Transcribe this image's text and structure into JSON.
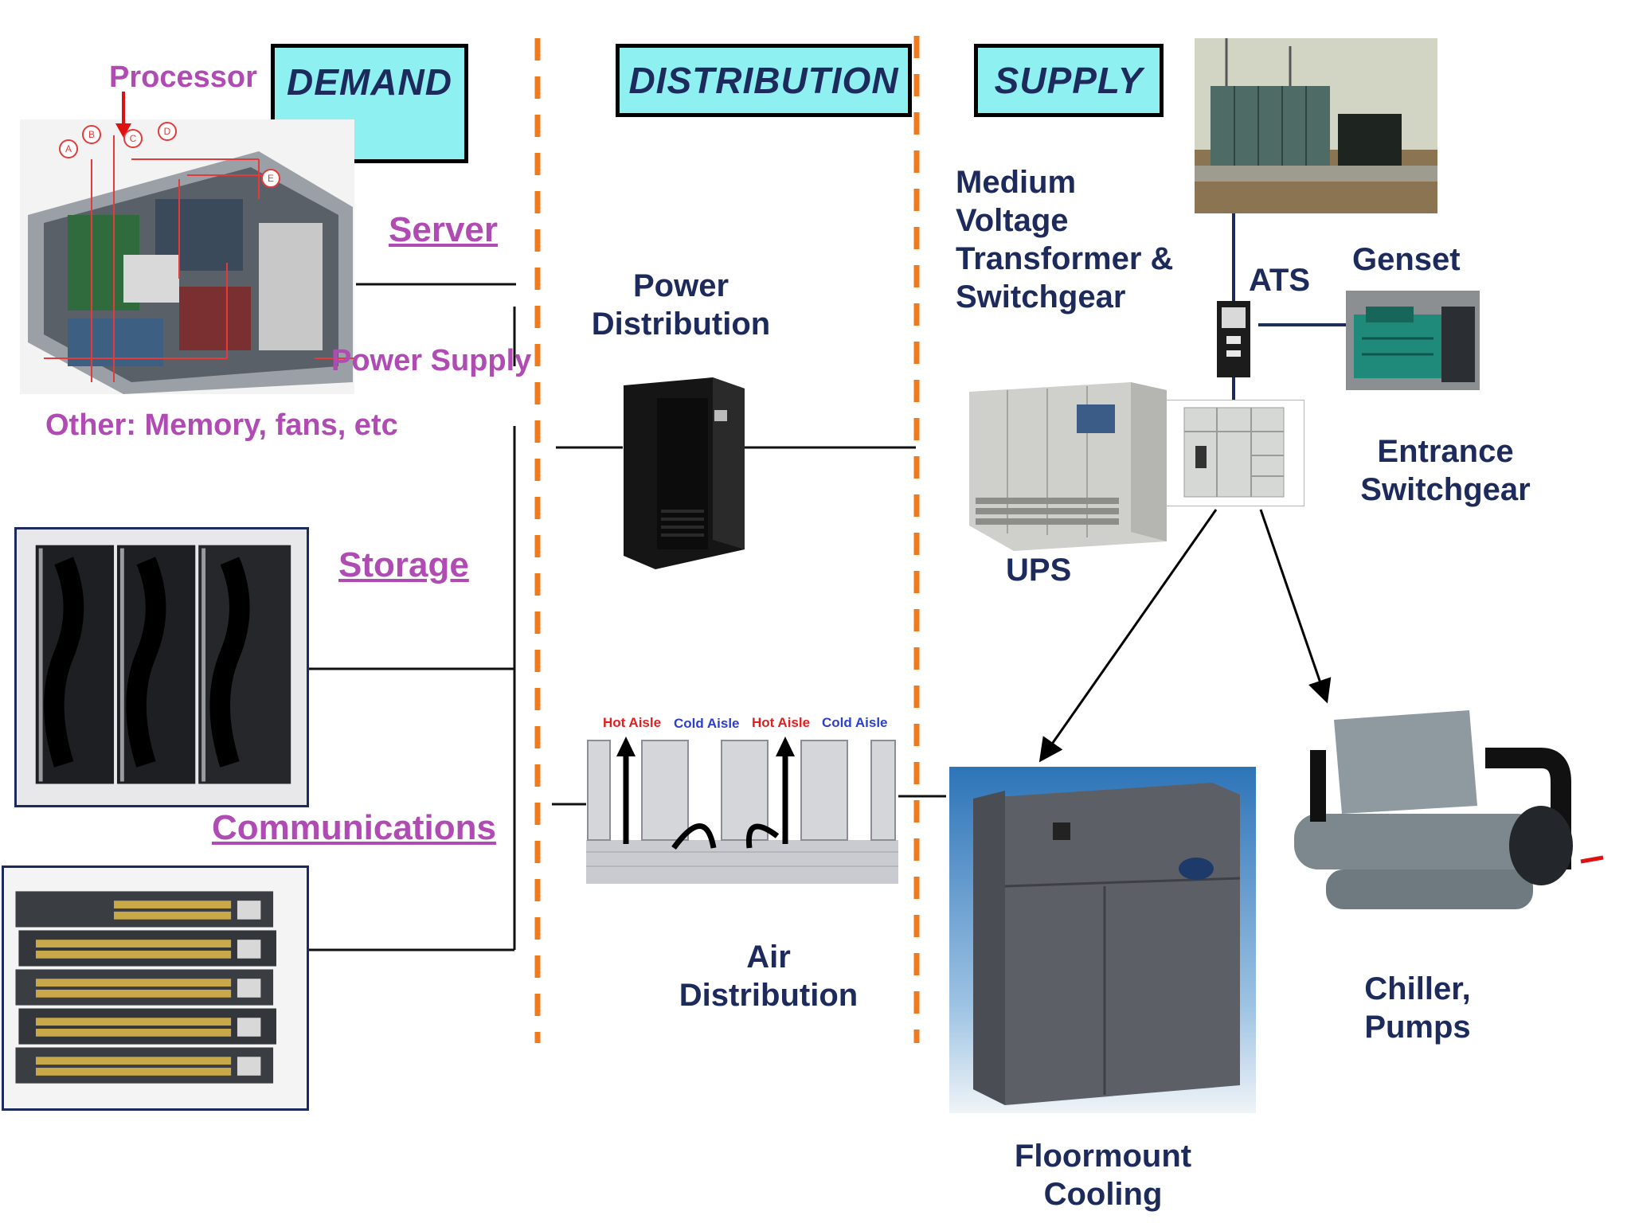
{
  "headers": {
    "demand": "DEMAND",
    "distribution": "DISTRIBUTION",
    "supply": "SUPPLY"
  },
  "demand": {
    "processor": "Processor",
    "server": "Server",
    "power_supply": "Power Supply",
    "other": "Other: Memory, fans, etc",
    "storage": "Storage",
    "communications": "Communications",
    "callouts": [
      "A",
      "B",
      "C",
      "D",
      "E"
    ]
  },
  "distribution": {
    "power_line1": "Power",
    "power_line2": "Distribution",
    "air_line1": "Air",
    "air_line2": "Distribution",
    "aisles": [
      "Hot Aisle",
      "Cold Aisle",
      "Hot Aisle",
      "Cold Aisle"
    ]
  },
  "supply": {
    "mv_line1": "Medium",
    "mv_line2": "Voltage",
    "mv_line3": "Transformer &",
    "mv_line4": "Switchgear",
    "ats": "ATS",
    "genset": "Genset",
    "entrance_line1": "Entrance",
    "entrance_line2": "Switchgear",
    "ups": "UPS",
    "chiller_line1": "Chiller,",
    "chiller_line2": "Pumps",
    "floor_line1": "Floormount",
    "floor_line2": "Cooling"
  },
  "colors": {
    "header_fill": "#8ff0f2",
    "label_purple": "#b04bb4",
    "label_navy": "#1d2a5c",
    "divider_orange": "#f07a1e",
    "hot_aisle": "#e02020",
    "cold_aisle": "#2b3fd0"
  }
}
